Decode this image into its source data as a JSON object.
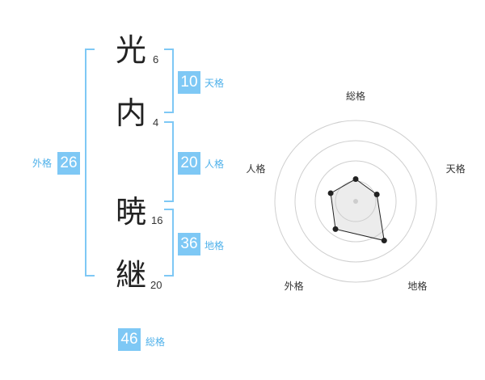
{
  "characters": [
    {
      "char": "光",
      "strokes": "6"
    },
    {
      "char": "内",
      "strokes": "4"
    },
    {
      "char": "暁",
      "strokes": "16"
    },
    {
      "char": "継",
      "strokes": "20"
    }
  ],
  "fortunes": {
    "tenkaku": {
      "value": "10",
      "label": "天格"
    },
    "jinkaku": {
      "value": "20",
      "label": "人格"
    },
    "chikaku": {
      "value": "36",
      "label": "地格"
    },
    "gaikaku": {
      "value": "26",
      "label": "外格"
    },
    "soukaku": {
      "value": "46",
      "label": "総格"
    }
  },
  "colors": {
    "accent": "#7ec8f5",
    "label": "#4fb1ea"
  },
  "chart_data": {
    "type": "radar",
    "axes": [
      "総格",
      "天格",
      "地格",
      "外格",
      "人格"
    ],
    "values": [
      1.1,
      1.1,
      2.4,
      1.7,
      1.3
    ],
    "range": [
      0,
      4
    ],
    "rings": 4
  }
}
